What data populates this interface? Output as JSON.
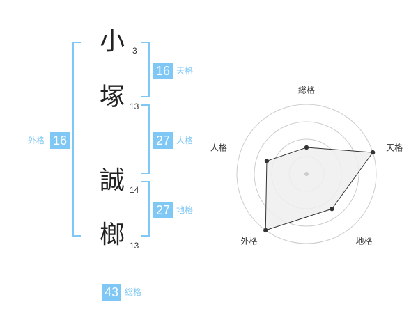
{
  "characters": [
    {
      "kanji": "小",
      "strokes": "3"
    },
    {
      "kanji": "塚",
      "strokes": "13"
    },
    {
      "kanji": "誠",
      "strokes": "14"
    },
    {
      "kanji": "榔",
      "strokes": "13"
    }
  ],
  "fortunes": {
    "tenkaku": {
      "label": "天格",
      "value": "16"
    },
    "jinkaku": {
      "label": "人格",
      "value": "27"
    },
    "chikaku": {
      "label": "地格",
      "value": "27"
    },
    "gaikaku": {
      "label": "外格",
      "value": "16"
    },
    "soukaku": {
      "label": "総格",
      "value": "43"
    }
  },
  "chart_data": {
    "type": "radar",
    "axes": [
      "総格",
      "天格",
      "地格",
      "外格",
      "人格"
    ],
    "values": [
      0.38,
      1.0,
      0.62,
      1.0,
      0.6
    ],
    "rings": 4,
    "colors": {
      "fill": "#efefef",
      "line": "#333333",
      "ring": "#cccccc",
      "point": "#333333",
      "center": "#cccccc"
    }
  }
}
